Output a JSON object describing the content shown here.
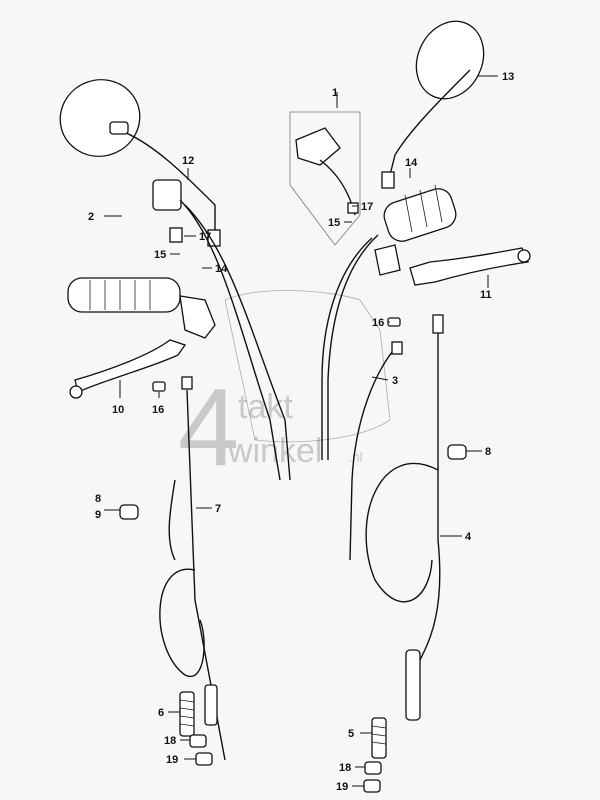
{
  "diagram": {
    "callouts": [
      {
        "id": "c1",
        "text": "1"
      },
      {
        "id": "c2",
        "text": "2"
      },
      {
        "id": "c3",
        "text": "3"
      },
      {
        "id": "c4",
        "text": "4"
      },
      {
        "id": "c5",
        "text": "5"
      },
      {
        "id": "c6",
        "text": "6"
      },
      {
        "id": "c7",
        "text": "7"
      },
      {
        "id": "c8a",
        "text": "8"
      },
      {
        "id": "c8b",
        "text": "8"
      },
      {
        "id": "c9",
        "text": "9"
      },
      {
        "id": "c10",
        "text": "10"
      },
      {
        "id": "c11",
        "text": "11"
      },
      {
        "id": "c12",
        "text": "12"
      },
      {
        "id": "c13",
        "text": "13"
      },
      {
        "id": "c14a",
        "text": "14"
      },
      {
        "id": "c14b",
        "text": "14"
      },
      {
        "id": "c15a",
        "text": "15"
      },
      {
        "id": "c15b",
        "text": "15"
      },
      {
        "id": "c16a",
        "text": "16"
      },
      {
        "id": "c16b",
        "text": "16"
      },
      {
        "id": "c17a",
        "text": "17"
      },
      {
        "id": "c17b",
        "text": "17"
      },
      {
        "id": "c18a",
        "text": "18"
      },
      {
        "id": "c18b",
        "text": "18"
      },
      {
        "id": "c19a",
        "text": "19"
      },
      {
        "id": "c19b",
        "text": "19"
      }
    ],
    "watermark": {
      "digit": "4",
      "word_top": "takt",
      "word_bottom": "winkel",
      "suffix": ".nl"
    }
  }
}
